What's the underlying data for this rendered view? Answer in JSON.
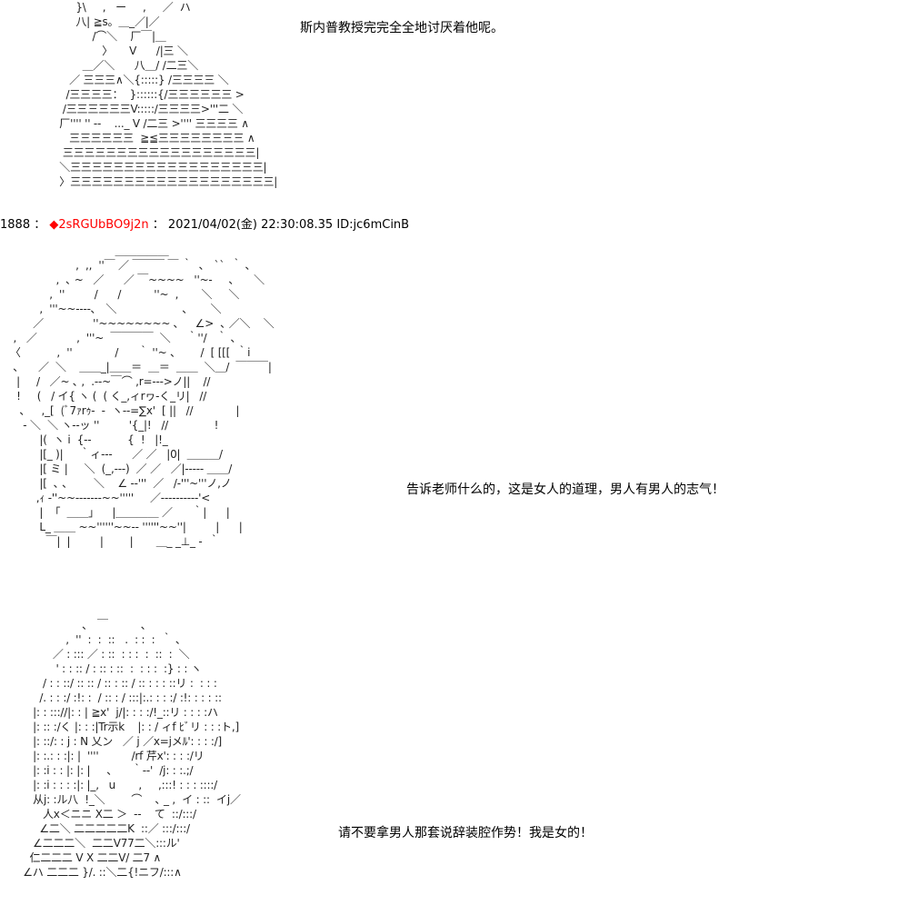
{
  "art1": {
    "lines": [
      "            }\\     ,   ー     ,     ／  ハ",
      "            八| ≧s。＿_／|／",
      "                 /⌒＼    厂￣|＿",
      "                    〉     V      /|三 ＼",
      "              ＿／＼      八＿/ /二三＼",
      "          ／ 三三三∧＼{:::::} /三三三三 ＼",
      "         /三三三三：  }::::::{/三三三三三三 >",
      "        /三三三三三三V:::::/三三三三>'''二 ＼",
      "       厂'''' '' ‐‐    ..._ V /二三 >'''' 三三三三 ∧",
      "          三三三三三三  ≧≦三三三三三三三三 ∧",
      "        三三三三三三三三三三三三三三三三三三|",
      "       ＼三三三三三三三三三三三三三三三三三三|",
      "       〉三三三三三三三三三三三三三三三三三三三|"
    ]
  },
  "dialog1": "斯内普教授完完全全地讨厌着他呢。",
  "post": {
    "number": "1888",
    "sep": "：",
    "diamond": "◆",
    "name": "2sRGUbBO9j2n",
    "sep2": "：",
    "datetime": "2021/04/02(金) 22:30:08.35",
    "id": "ID:jc6mCinB"
  },
  "art2": {
    "lines": [
      "                                   ＿＿＿＿＿",
      "                       ,  ,,  ''￣ ／ ￣￣￣ ￣ ｀  ､   ``  ｀ ､",
      "                 ,  ､ ~   ／      ／ ￣~~~~   ''~-     ､      ＼",
      "               ,  ''         /      /          ''~  ,       ＼     ＼",
      "            ,  '''~~----､   ＼                    ､       ＼",
      "          ／               ''~~~~~~~~ ､     ∠>  ､ ／＼    ＼",
      "    ,   ／            ,  '''~  ￣￣￣￣  ＼     ｀''/   ｀ ､",
      "   〈           ,  ''             /      ｀ ''~ 、      /  [ [[[  ｀i",
      "    ､      ／  ＼    ＿＿_|＿＿＝  ＿＝  ＿＿  ＼＿/  ￣￣￣|",
      "     |     /   ／~ ､ ,  .‐‐~￣⌒ ,r=‐‐‐>ノ||    //",
      "     !     (   / イ{ ヽ (  ( く_,ィrヮ‐く_リ|   //",
      "      ､     ,_[  (ﾞ7ｧrｩ‐  ‐  ヽ‐‐=∑x'  [ ||   //             |",
      "       ‐ ＼  ＼ ヽ‐‐ッ ''         '{_|!   //              !",
      "            |(  ヽ i  {‐‐           {  !   |!_",
      "            |[_ )|     ｀ィ‐‐‐      ／ ／   |0|  ＿＿＿/",
      "            |[ ミ |     ＼  (_,‐‐‐)  ／ ／   ／|‐‐‐‐‐ ＿＿/",
      "            |[  ､ ､        ＼    ∠ ‐‐'''  ／   /‐'''~'''ノ,ノ",
      "           ,ｨ ‐''~~‐‐‐‐‐‐‐~~'''''     ／‐‐‐‐‐‐‐‐‐‐'<",
      "            |  「  ＿＿」    |＿＿＿＿ ／      ｀|      |",
      "            L_ ＿＿ ~~''''''~~‐‐ ''''''~~''|         |      |",
      "              ￣|  |         |        |       ＿_ _⊥_ ‐  ｀"
    ]
  },
  "dialog2": "告诉老师什么的，这是女人的道理，男人有男人的志气！",
  "art3": {
    "lines": [
      "                         ､   ￣          ､",
      "                    ,  ''  :  :  ::   .  : :  :  ｀ ､",
      "                ／ : ::: ／ : ::  : : :  :  ::  :  ＼",
      "                 ' : : :: / : :: : ::  :  : : :  :} : : ヽ",
      "             / : : ::/ :: :: / :: : :: / :: : : : ::リ :  : : :",
      "            /. : : :/ :!: :  / :: : / :::|:.: : : :/ :!: : : : ::",
      "          |: : ::://|: : | ≧x'  j/|: : : :/!_::リ : : : :ハ",
      "          |: :: :/く |: : :|Tr示k    |: : / ィf ﾋﾞリ : : :ト,]",
      "          |: ::/: : j : N 乂ン   ／ j ／x=jメﾙ': : : :/]",
      "          |: :.: : :|: |  ''''          /rf 芹x': : : :/リ",
      "          |: :i : : |: |: |     ､      ｀‐‐'  /j: : :.;/",
      "          |: :i : : : :|: |_,   u       ,     ,:::! : : : ::::/",
      "          从j: :ル八  !_＼        ⌒    ､ _ ,  イ : ::  イj／",
      "             人x＜ニニ X二 ＞  ‐‐    て  ::/:::/",
      "            ∠二＼ 二二二二二K  ::／ :::/:::/",
      "          ∠二二二＼  二二V77二＼:::ル'",
      "         仁二二二 V X 二二V/ 二7 ∧",
      "       ∠ハ 二二二 }/. ::＼二{!ニフ/:::∧"
    ]
  },
  "dialog3": "请不要拿男人那套说辞装腔作势！我是女的！"
}
